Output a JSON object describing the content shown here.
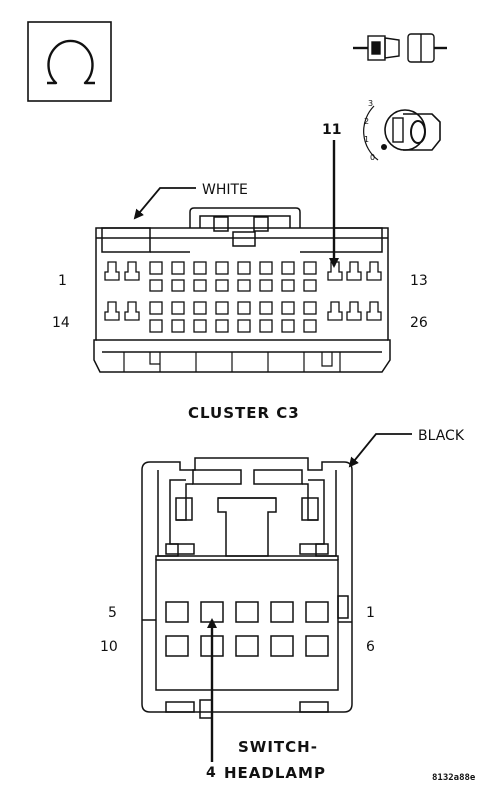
{
  "connector_c3": {
    "caption": "CLUSTER C3",
    "color_label": "WHITE",
    "pin_left_top": "1",
    "pin_right_top": "13",
    "pin_left_bottom": "14",
    "pin_right_bottom": "26",
    "callout_pin": "11"
  },
  "connector_headlamp": {
    "caption_line1": "SWITCH-",
    "caption_line2": "HEADLAMP",
    "color_label": "BLACK",
    "pin_left_top": "5",
    "pin_right_top": "1",
    "pin_left_bottom": "10",
    "pin_right_bottom": "6",
    "callout_pin": "4"
  },
  "ignition_positions": [
    "3",
    "2",
    "1",
    "0"
  ],
  "figure_id": "8132a88e"
}
